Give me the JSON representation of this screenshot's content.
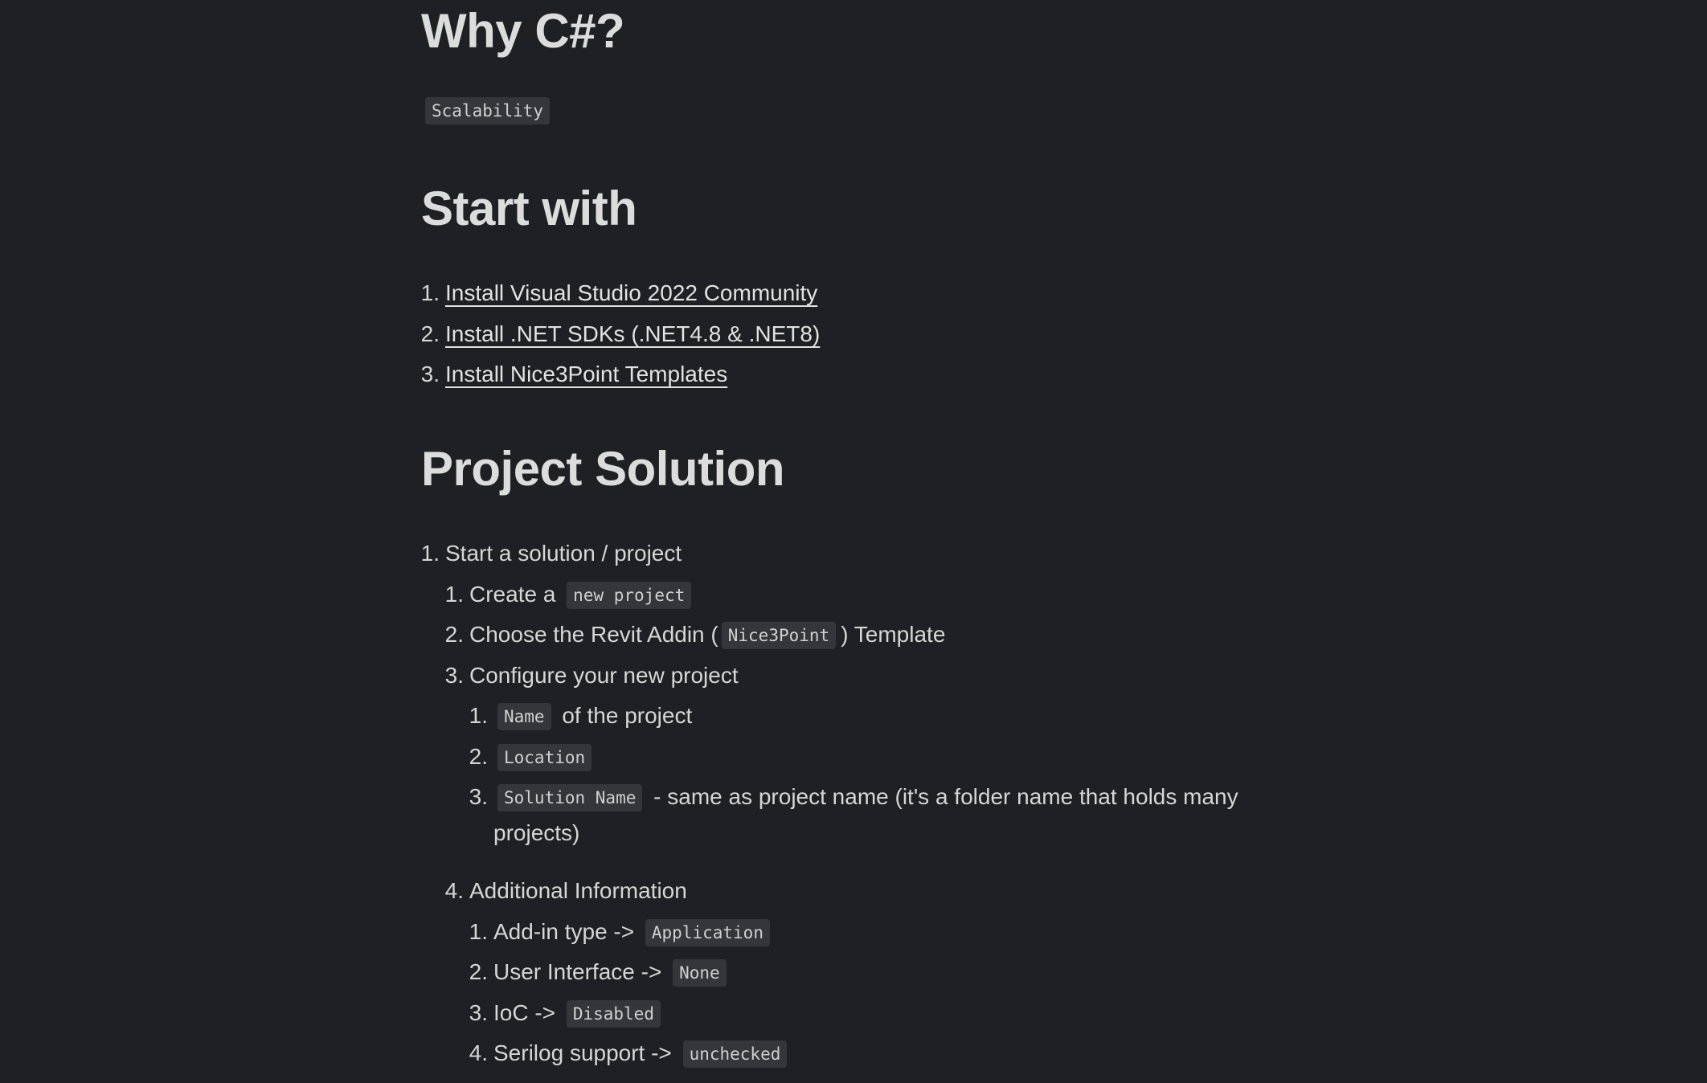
{
  "sections": {
    "why": {
      "heading": "Why C#?",
      "tag": "Scalability"
    },
    "start": {
      "heading": "Start with",
      "items": [
        {
          "num": "1.",
          "text": "Install Visual Studio 2022 Community"
        },
        {
          "num": "2.",
          "text": "Install .NET SDKs (.NET4.8 & .NET8)"
        },
        {
          "num": "3.",
          "text": "Install Nice3Point Templates"
        }
      ]
    },
    "project": {
      "heading": "Project Solution",
      "step1": {
        "num": "1.",
        "text": "Start a solution / project"
      },
      "sub": [
        {
          "num": "1.",
          "pre": "Create a ",
          "code": "new project",
          "post": ""
        },
        {
          "num": "2.",
          "pre": "Choose the Revit Addin (",
          "code": "Nice3Point",
          "post": ") Template"
        },
        {
          "num": "3.",
          "pre": "Configure your new project",
          "code": "",
          "post": ""
        }
      ],
      "configure": [
        {
          "num": "1.",
          "code": "Name",
          "post": "of the project"
        },
        {
          "num": "2.",
          "code": "Location",
          "post": ""
        },
        {
          "num": "3.",
          "code": "Solution Name",
          "post": "- same as project name (it's a folder name that holds many projects)"
        }
      ],
      "additional": {
        "num": "4.",
        "text": "Additional Information"
      },
      "info": [
        {
          "num": "1.",
          "pre": "Add-in type ->",
          "code": "Application"
        },
        {
          "num": "2.",
          "pre": "User Interface ->",
          "code": "None"
        },
        {
          "num": "3.",
          "pre": "IoC ->",
          "code": "Disabled"
        },
        {
          "num": "4.",
          "pre": "Serilog support ->",
          "code": "unchecked"
        }
      ]
    }
  }
}
